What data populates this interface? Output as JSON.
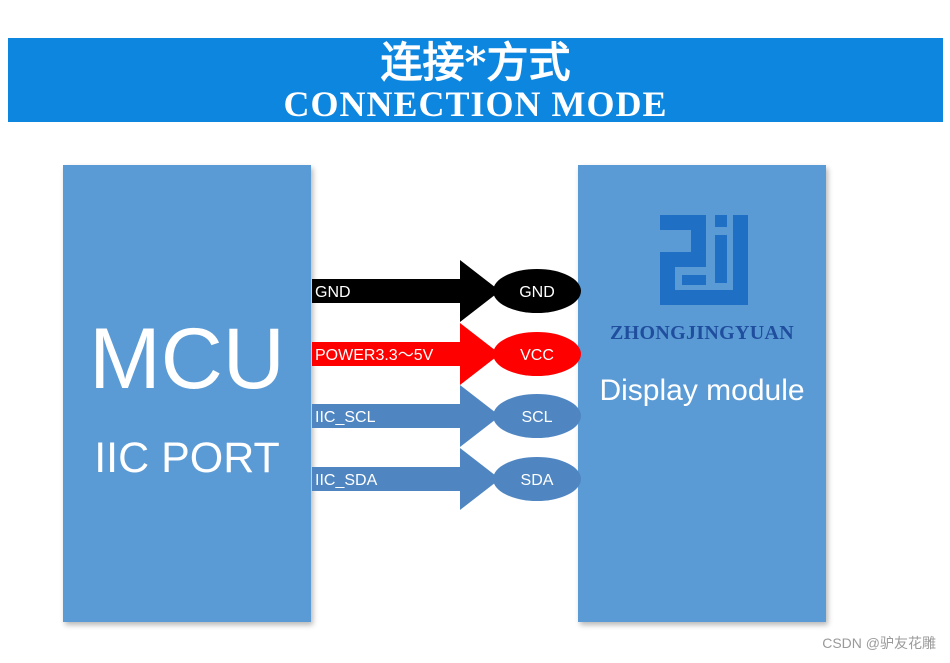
{
  "banner": {
    "title_cn": "连接*方式",
    "title_en": "CONNECTION MODE"
  },
  "mcu": {
    "title": "MCU",
    "subtitle": "IIC PORT"
  },
  "display": {
    "brand": "ZHONGJINGYUAN",
    "label": "Display module"
  },
  "connections": [
    {
      "wire_label": "GND",
      "pin_label": "GND",
      "color": "#000000",
      "text_color": "#ffffff"
    },
    {
      "wire_label": "POWER3.3～5V",
      "pin_label": "VCC",
      "color": "#ff0000",
      "text_color": "#ffffff"
    },
    {
      "wire_label": "IIC_SCL",
      "pin_label": "SCL",
      "color": "#4f86c2",
      "text_color": "#ffffff"
    },
    {
      "wire_label": "IIC_SDA",
      "pin_label": "SDA",
      "color": "#4f86c2",
      "text_color": "#ffffff"
    }
  ],
  "colors": {
    "banner": "#0d86e0",
    "block": "#5b9bd5",
    "brand": "#1f4e9e"
  },
  "watermark": "CSDN @驴友花雕"
}
